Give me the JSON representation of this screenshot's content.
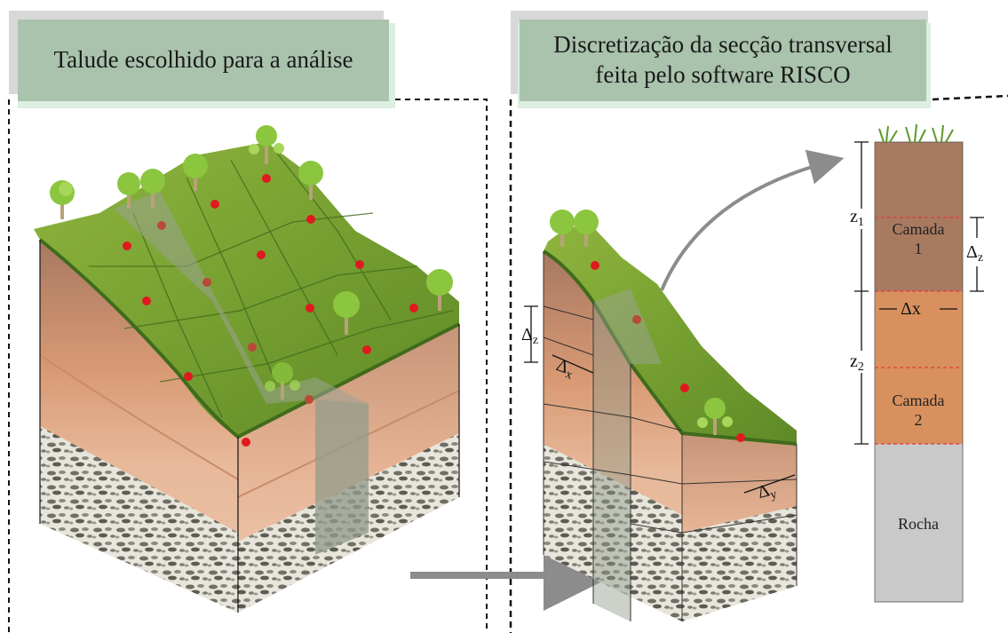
{
  "left_panel": {
    "title": "Talude escolhido para a análise"
  },
  "right_panel": {
    "title_line1": "Discretização da secção transversal",
    "title_line2": "feita pelo software RISCO"
  },
  "slice_labels": {
    "dz": "Δz",
    "dx": "Δx",
    "dy": "Δy"
  },
  "column": {
    "z1": "z1",
    "z2": "z2",
    "dz": "Δz",
    "dx": "Δx",
    "layer1_line1": "Camada",
    "layer1_line2": "1",
    "layer2_line1": "Camada",
    "layer2_line2": "2",
    "rock": "Rocha"
  },
  "colors": {
    "grass": "#6e9a2a",
    "grass_dark": "#3f6b1c",
    "soil_layer1": "#9c7158",
    "soil_layer2": "#d59a6e",
    "rock": "#c9c9c9",
    "point": "#e0191f",
    "title_bg": "#a9c3ad",
    "arrow": "#8c8c8c",
    "dashed_line": "#e23a3a"
  }
}
